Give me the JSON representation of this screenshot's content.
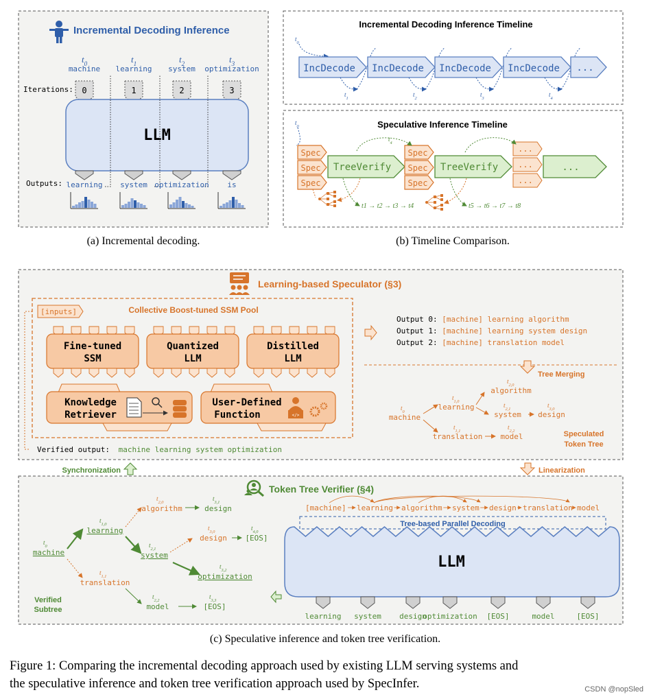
{
  "colors": {
    "blue_title": "#2f5ea9",
    "blue_fill": "#dce5f5",
    "blue_stroke": "#5a7fc0",
    "orange": "#d7742a",
    "orange_fill": "#fbe3cf",
    "green": "#4f8a35",
    "green_fill": "#dcefcf",
    "panel_bg": "#f3f3f1",
    "dashed": "#555555",
    "text": "#111111"
  },
  "panel_a": {
    "title": "Incremental Decoding Inference",
    "icon": "person-icon",
    "times": [
      "t0",
      "t1",
      "t2",
      "t3"
    ],
    "inputs": [
      "machine",
      "learning",
      "system",
      "optimization"
    ],
    "iterations_label": "Iterations:",
    "iterations": [
      "0",
      "1",
      "2",
      "3"
    ],
    "llm_label": "LLM",
    "outputs_label": "Outputs:",
    "outputs": [
      "learning",
      "system",
      "optimization",
      "is"
    ],
    "caption": "(a) Incremental decoding."
  },
  "panel_b": {
    "incremental_title": "Incremental Decoding Inference Timeline",
    "incdecode_label": "IncDecode",
    "ellipsis": "...",
    "incremental_times": [
      "t0",
      "t1",
      "t2",
      "t3",
      "t4"
    ],
    "speculative_title": "Speculative Inference Timeline",
    "spec_label": "Spec",
    "treeverify_label": "TreeVerify",
    "speculative_times": [
      "t0",
      "t4"
    ],
    "chain1": "t1 → t2 → t3 → t4",
    "chain2": "t5 → t6 → t7 → t8",
    "caption": "(b) Timeline Comparison."
  },
  "panel_c": {
    "speculator_title": "Learning-based Speculator (§3)",
    "pool_title": "Collective Boost-tuned SSM Pool",
    "inputs_tag": "[inputs]",
    "models": [
      {
        "line1": "Fine-tuned",
        "line2": "SSM"
      },
      {
        "line1": "Quantized",
        "line2": "LLM"
      },
      {
        "line1": "Distilled",
        "line2": "LLM"
      }
    ],
    "retriever": {
      "line1": "Knowledge",
      "line2": "Retriever"
    },
    "udf": {
      "line1": "User-Defined",
      "line2": "Function"
    },
    "verified_prefix": "Verified output:",
    "verified_text": "machine learning system optimization",
    "outputs": [
      {
        "label": "Output 0:",
        "prefix": "[machine]",
        "text": "learning algorithm"
      },
      {
        "label": "Output 1:",
        "prefix": "[machine]",
        "text": "learning system design"
      },
      {
        "label": "Output 2:",
        "prefix": "[machine]",
        "text": "translation model"
      }
    ],
    "tree_merging": "Tree Merging",
    "spec_tree": {
      "nodes": [
        "machine",
        "learning",
        "translation",
        "algorithm",
        "system",
        "model",
        "design"
      ],
      "times": [
        "t0",
        "t1,0",
        "t1,1",
        "t2,0",
        "t2,1",
        "t2,2",
        "t3,0"
      ],
      "label_line1": "Speculated",
      "label_line2": "Token Tree"
    },
    "synchronization": "Synchronization",
    "linearization": "Linearization",
    "verifier_title": "Token Tree Verifier (§4)",
    "sequence": [
      "[machine]",
      "learning",
      "algorithm",
      "system",
      "design",
      "translation",
      "model"
    ],
    "parallel_title": "Tree-based Parallel Decoding",
    "llm_label": "LLM",
    "llm_outputs": [
      "learning",
      "system",
      "design",
      "optimization",
      "[EOS]",
      "model",
      "[EOS]"
    ],
    "verified_tree": {
      "nodes": [
        "machine",
        "learning",
        "translation",
        "algorithm",
        "system",
        "model",
        "design",
        "design",
        "optimization",
        "[EOS]",
        "[EOS]"
      ],
      "times": [
        "t0",
        "t1,0",
        "t1,1",
        "t2,0",
        "t2,1",
        "t2,2",
        "t3,1",
        "t3,0",
        "t3,2",
        "t4,0",
        "t3,3"
      ]
    },
    "verified_subtree_line1": "Verified",
    "verified_subtree_line2": "Subtree",
    "caption": "(c) Speculative inference and token tree verification."
  },
  "figure_caption_line1": "Figure 1: Comparing the incremental decoding approach used by existing LLM serving systems and",
  "figure_caption_line2": "the speculative inference and token tree verification approach used by SpecInfer.",
  "watermark": "CSDN @nopSled"
}
